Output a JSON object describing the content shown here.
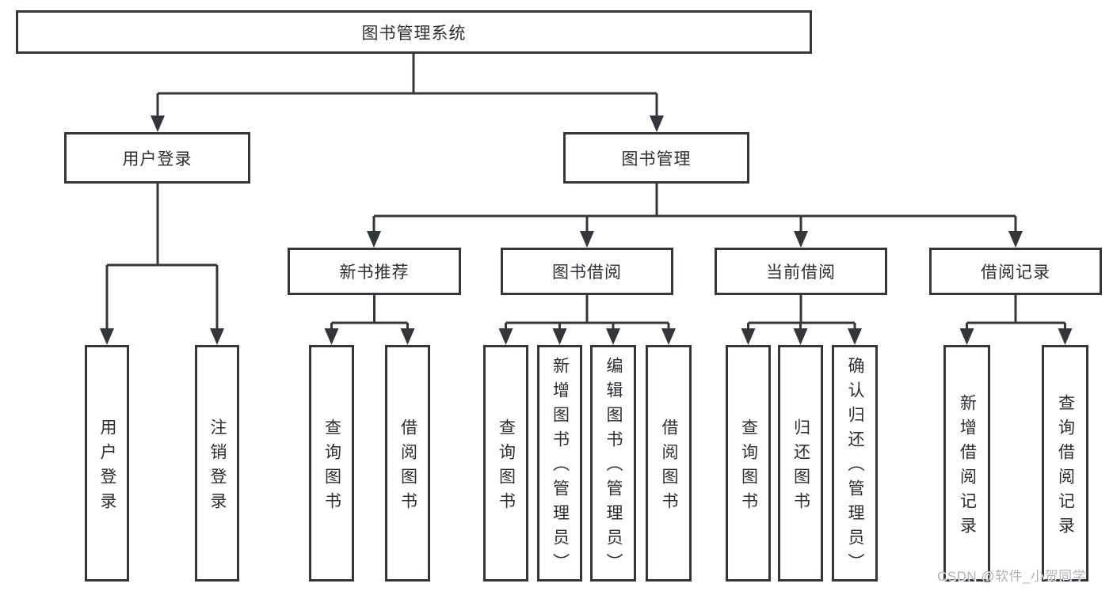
{
  "diagram": {
    "title": "图书管理系统",
    "level2": [
      {
        "label": "用户登录",
        "children": [
          "用户登录",
          "注销登录"
        ]
      },
      {
        "label": "图书管理",
        "children": []
      }
    ],
    "level3": [
      {
        "label": "新书推荐",
        "children": [
          "查询图书",
          "借阅图书"
        ]
      },
      {
        "label": "图书借阅",
        "children": [
          "查询图书",
          "新增图书（管理员）",
          "编辑图书（管理员）",
          "借阅图书"
        ]
      },
      {
        "label": "当前借阅",
        "children": [
          "查询图书",
          "归还图书",
          "确认归还（管理员）"
        ]
      },
      {
        "label": "借阅记录",
        "children": [
          "新增借阅记录",
          "查询借阅记录"
        ]
      }
    ]
  },
  "watermark": "CSDN @软件_小贺同学",
  "colors": {
    "ink": "#33363a",
    "text": "#2b2e33",
    "watermark": "#b0b3b7",
    "background": "#ffffff"
  }
}
